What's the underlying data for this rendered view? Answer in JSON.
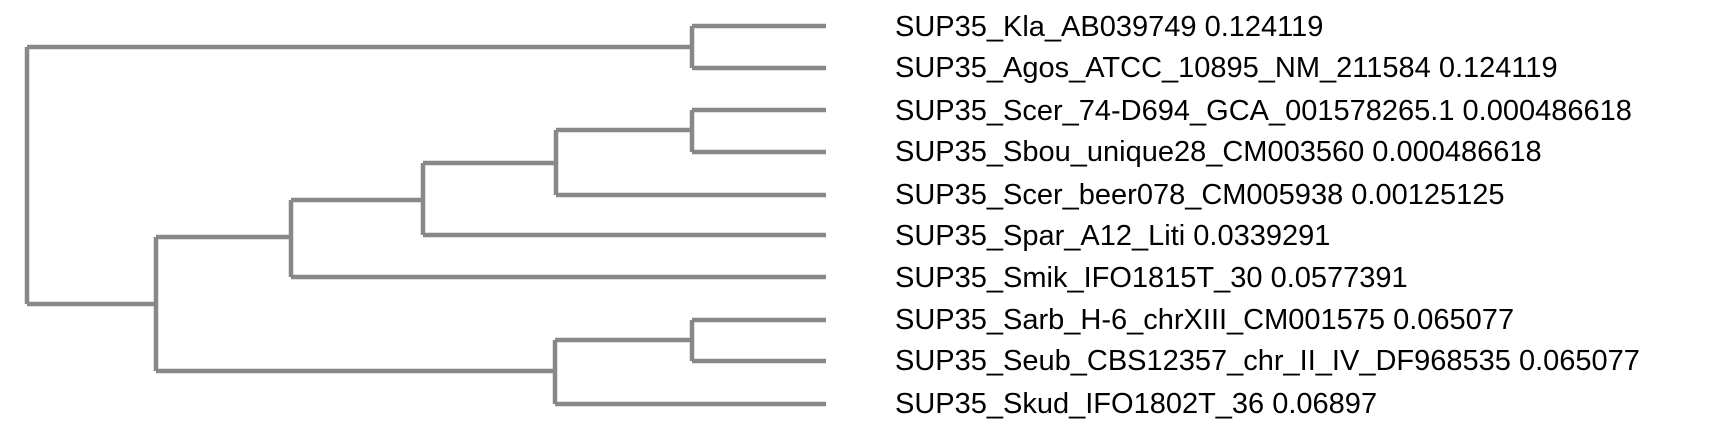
{
  "tree": {
    "leaves": [
      "SUP35_Kla_AB039749 0.124119",
      "SUP35_Agos_ATCC_10895_NM_211584 0.124119",
      "SUP35_Scer_74-D694_GCA_001578265.1 0.000486618",
      "SUP35_Sbou_unique28_CM003560 0.000486618",
      "SUP35_Scer_beer078_CM005938 0.00125125",
      "SUP35_Spar_A12_Liti 0.0339291",
      "SUP35_Smik_IFO1815T_30 0.0577391",
      "SUP35_Sarb_H-6_chrXIII_CM001575 0.065077",
      "SUP35_Seub_CBS12357_chr_II_IV_DF968535 0.065077",
      "SUP35_Skud_IFO1802T_36 0.06897"
    ],
    "branch_color": "#888888"
  }
}
